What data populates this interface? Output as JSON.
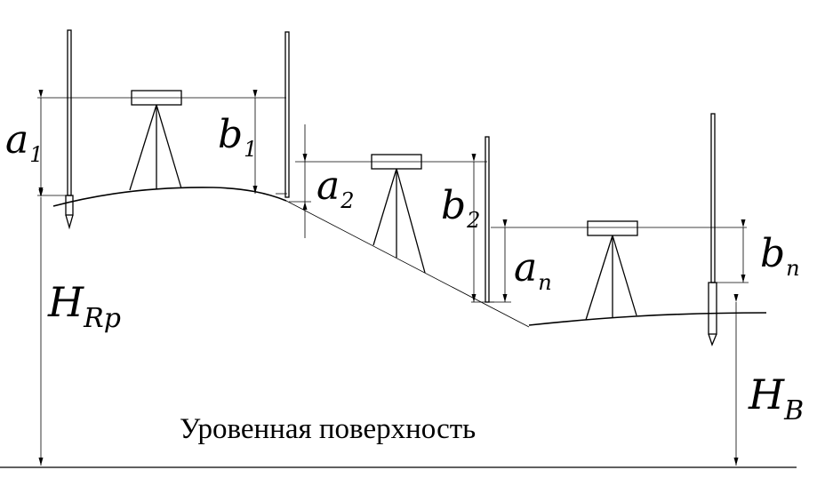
{
  "caption": "Уровенная поверхность",
  "labels": {
    "a1": {
      "main": "a",
      "sub": "1"
    },
    "b1": {
      "main": "b",
      "sub": "1"
    },
    "a2": {
      "main": "a",
      "sub": "2"
    },
    "b2": {
      "main": "b",
      "sub": "2"
    },
    "an": {
      "main": "a",
      "sub": "n"
    },
    "bn": {
      "main": "b",
      "sub": "n"
    },
    "hrp": {
      "main": "H",
      "sub": "Rp"
    },
    "hb": {
      "main": "H",
      "sub": "B"
    }
  }
}
